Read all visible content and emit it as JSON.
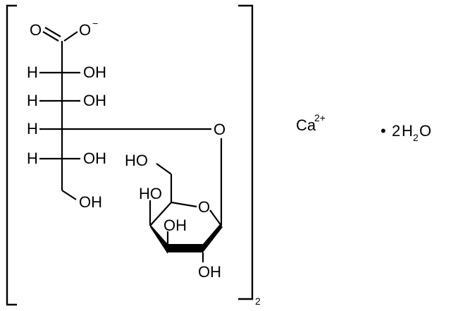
{
  "molecule": {
    "carboxylate": {
      "O": "O",
      "O_minus": "O",
      "charge": "−"
    },
    "chain_H": [
      "H",
      "H",
      "H",
      "H"
    ],
    "chain_OH": [
      "OH",
      "OH",
      "OH",
      "OH"
    ],
    "glycosidic_O": "O",
    "ring": {
      "ring_O": "O",
      "ch2oh_label": "HO",
      "c4_oh": "HO",
      "c3_oh": "OH",
      "c2_oh": "OH"
    },
    "bracket_subscript": "2"
  },
  "counterion": {
    "symbol": "Ca",
    "charge": "2+"
  },
  "hydrate": {
    "dot": "•",
    "coefficient": "2",
    "h": "H",
    "h_subscript": "2",
    "o": "O"
  },
  "colors": {
    "ink": "#000000",
    "background": "#ffffff"
  }
}
